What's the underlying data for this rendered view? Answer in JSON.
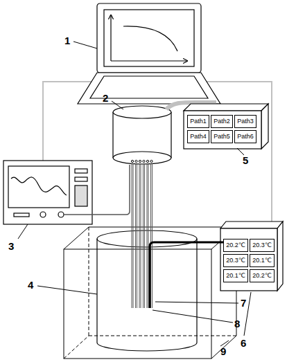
{
  "diagram": {
    "nodes": [
      {
        "text": [
          "Path1"
        ]
      },
      {
        "text": [
          "Path2"
        ]
      },
      {
        "text": [
          "Path3"
        ]
      },
      {
        "text": [
          "Path4"
        ]
      },
      {
        "text": [
          "Path5"
        ]
      },
      {
        "text": [
          "Path6"
        ]
      },
      {
        "text": [
          "20.2℃"
        ]
      },
      {
        "text": [
          "20.3℃"
        ]
      },
      {
        "text": [
          "20.3℃"
        ]
      },
      {
        "text": [
          "20.1℃"
        ]
      },
      {
        "text": [
          "20.1℃"
        ]
      },
      {
        "text": [
          "20.2℃"
        ]
      }
    ],
    "labels": [
      "1",
      "2",
      "3",
      "4",
      "5",
      "6",
      "7",
      "8",
      "9"
    ]
  }
}
